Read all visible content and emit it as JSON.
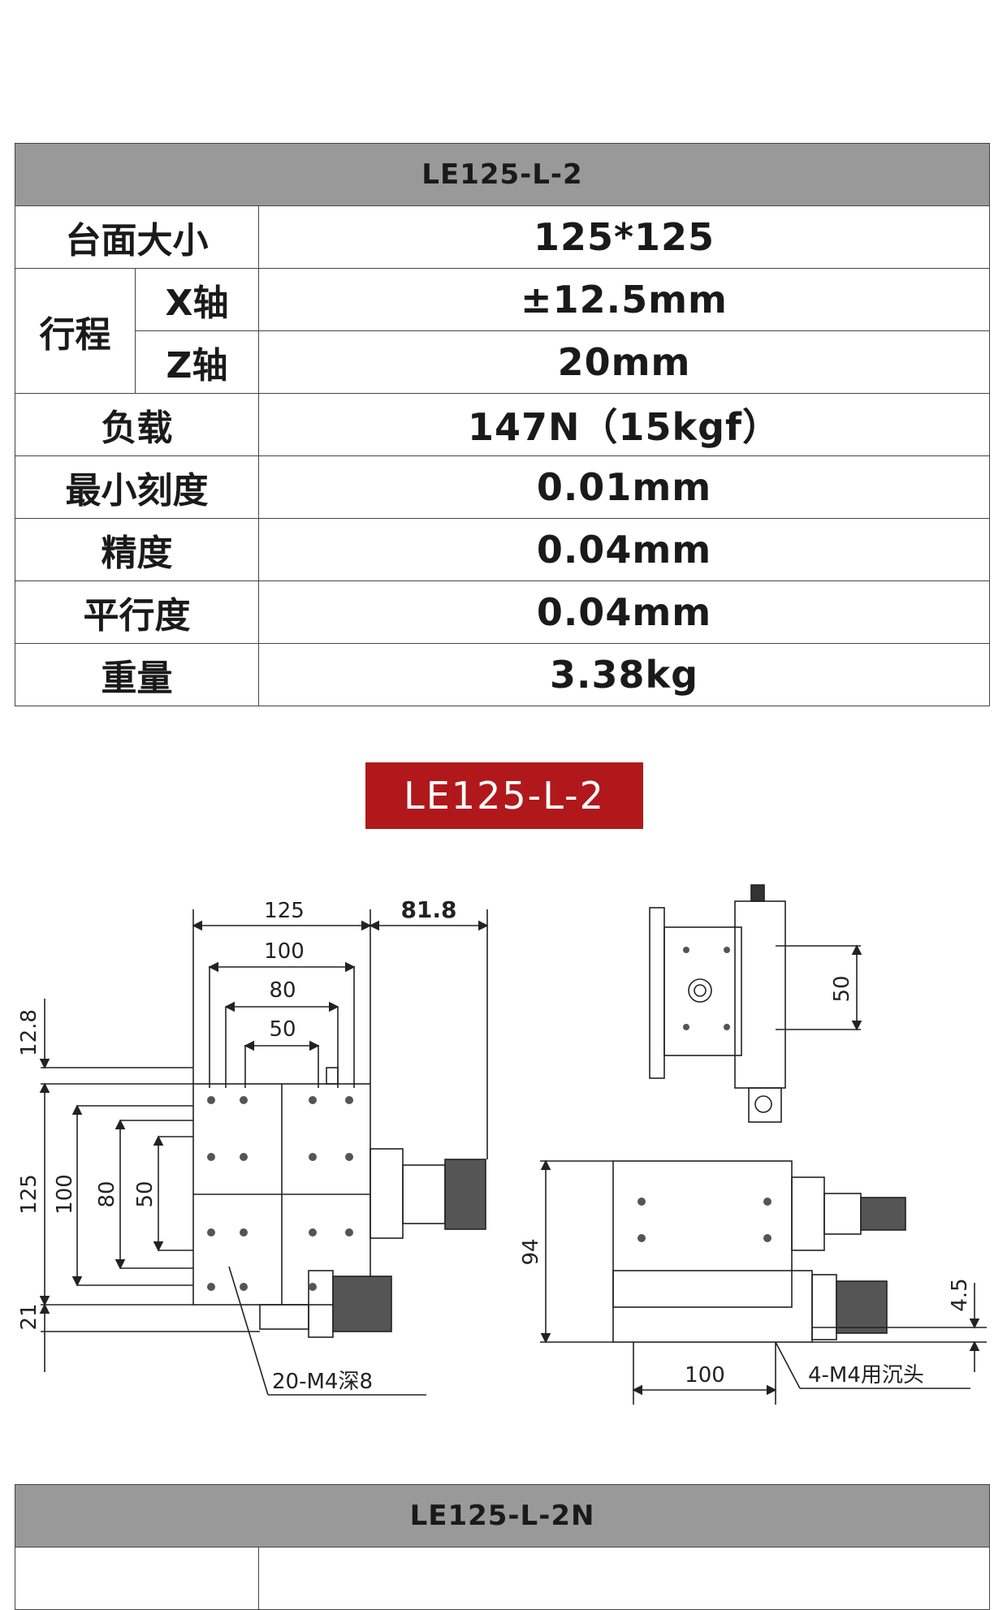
{
  "table1": {
    "title": "LE125-L-2",
    "rows": {
      "table_size": {
        "label": "台面大小",
        "value": "125*125"
      },
      "stroke": {
        "label": "行程",
        "x_label": "X轴",
        "x_value": "±12.5mm",
        "z_label": "Z轴",
        "z_value": "20mm"
      },
      "load": {
        "label": "负载",
        "value": "147N（15kgf）"
      },
      "min_scale": {
        "label": "最小刻度",
        "value": "0.01mm"
      },
      "precision": {
        "label": "精度",
        "value": "0.04mm"
      },
      "parallelism": {
        "label": "平行度",
        "value": "0.04mm"
      },
      "weight": {
        "label": "重量",
        "value": "3.38kg"
      }
    }
  },
  "badge": {
    "label": "LE125-L-2"
  },
  "drawing": {
    "dims_top": {
      "d125": "125",
      "d818": "81.8",
      "d100": "100",
      "d80": "80",
      "d50": "50"
    },
    "dims_left": {
      "d128": "12.8",
      "d125": "125",
      "d100": "100",
      "d80": "80",
      "d50": "50",
      "d21": "21"
    },
    "note_holes": "20-M4深8",
    "side_50": "50",
    "front_94": "94",
    "front_100": "100",
    "front_45": "4.5",
    "note_countersink": "4-M4用沉头"
  },
  "table2": {
    "title": "LE125-L-2N"
  }
}
